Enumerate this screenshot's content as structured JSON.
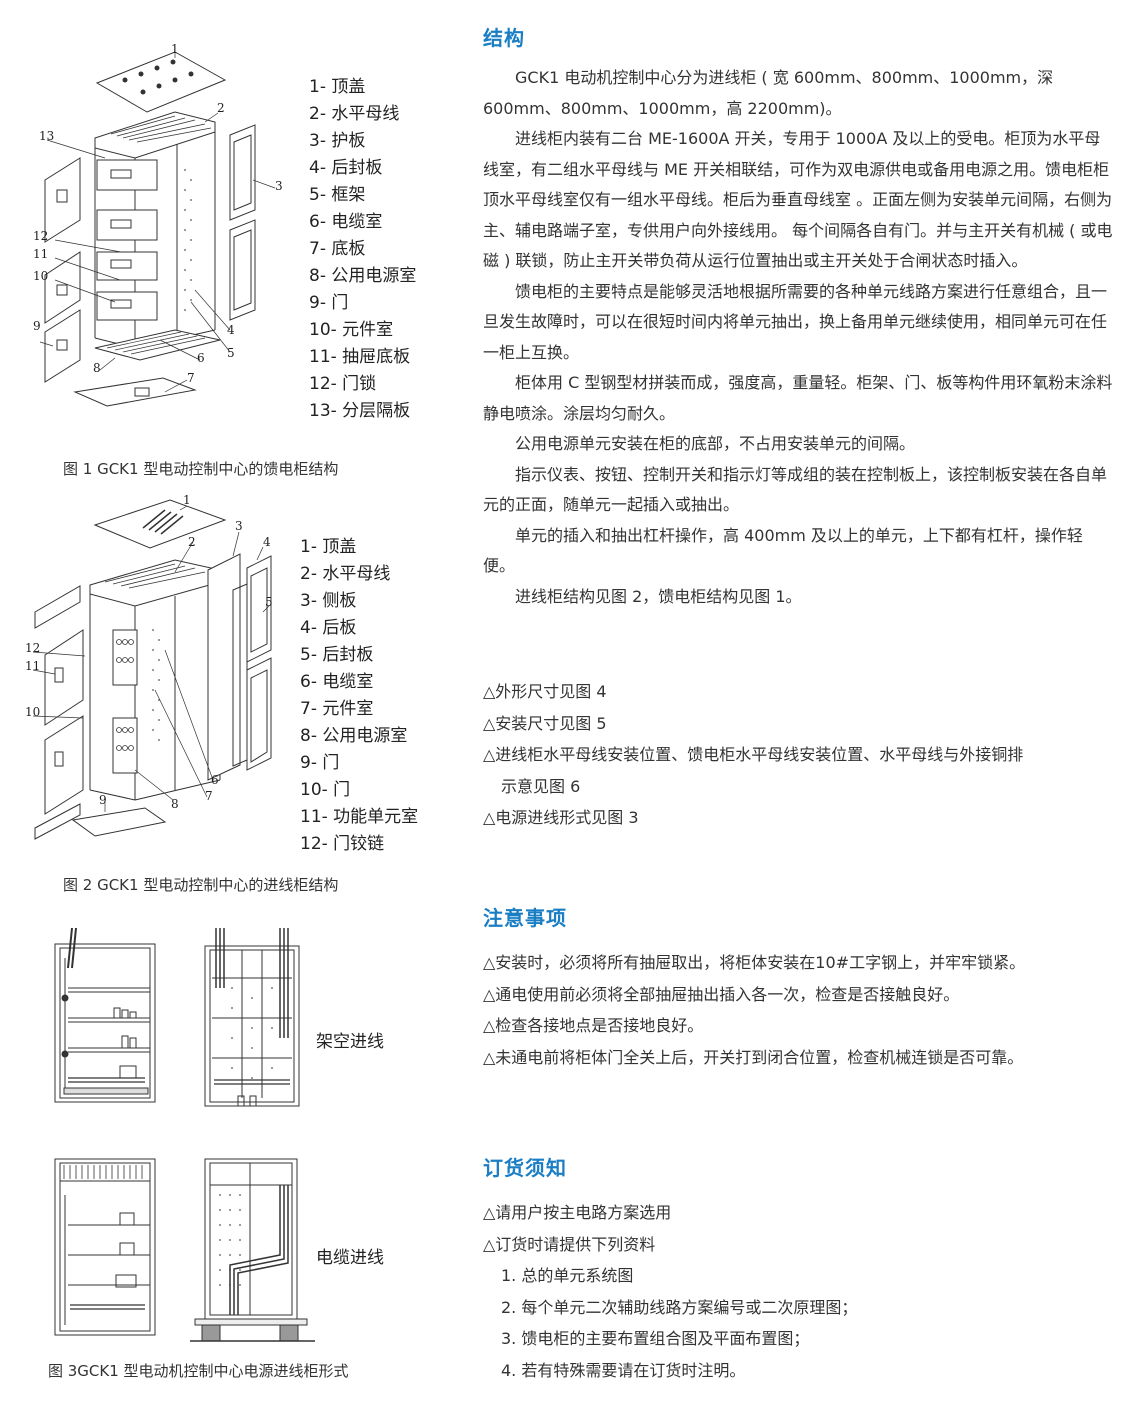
{
  "figures": {
    "fig1": {
      "caption": "图 1 GCK1 型电动控制中心的馈电柜结构",
      "legend": [
        "1- 顶盖",
        "2- 水平母线",
        "3- 护板",
        "4- 后封板",
        "5- 框架",
        "6- 电缆室",
        "7- 底板",
        "8- 公用电源室",
        "9- 门",
        "10- 元件室",
        "11- 抽屉底板",
        "12- 门锁",
        "13- 分层隔板"
      ],
      "callouts": [
        "1",
        "2",
        "3",
        "4",
        "5",
        "6",
        "7",
        "8",
        "9",
        "10",
        "11",
        "12",
        "13"
      ]
    },
    "fig2": {
      "caption": "图 2 GCK1 型电动控制中心的进线柜结构",
      "legend": [
        "1- 顶盖",
        "2- 水平母线",
        "3- 侧板",
        "4- 后板",
        "5- 后封板",
        "6- 电缆室",
        "7- 元件室",
        "8- 公用电源室",
        "9- 门",
        "10- 门",
        "11- 功能单元室",
        "12- 门铰链"
      ],
      "callouts": [
        "1",
        "2",
        "3",
        "4",
        "5",
        "6",
        "7",
        "8",
        "9",
        "10",
        "11",
        "12"
      ]
    },
    "fig3": {
      "caption": "图 3GCK1 型电动机控制中心电源进线柜形式",
      "label_overhead": "架空进线",
      "label_cable": "电缆进线"
    }
  },
  "structure": {
    "title": "结构",
    "paragraphs": [
      "GCK1 电动机控制中心分为进线柜 ( 宽 600mm、800mm、1000mm，深 600mm、800mm、1000mm，高 2200mm)。",
      "进线柜内装有二台 ME-1600A 开关，专用于 1000A 及以上的受电。柜顶为水平母线室，有二组水平母线与 ME 开关相联结，可作为双电源供电或备用电源之用。馈电柜柜顶水平母线室仅有一组水平母线。柜后为垂直母线室 。正面左侧为安装单元间隔，右侧为主、辅电路端子室，专供用户向外接线用。 每个间隔各自有门。并与主开关有机械 ( 或电磁 ) 联锁，防止主开关带负荷从运行位置抽出或主开关处于合闸状态时插入。",
      "馈电柜的主要特点是能够灵活地根据所需要的各种单元线路方案进行任意组合，且一旦发生故障时，可以在很短时间内将单元抽出，换上备用单元继续使用，相同单元可在任一柜上互换。",
      "柜体用 C 型钢型材拼装而成，强度高，重量轻。柜架、门、板等构件用环氧粉末涂料静电喷涂。涂层均匀耐久。",
      "公用电源单元安装在柜的底部，不占用安装单元的间隔。",
      "指示仪表、按钮、控制开关和指示灯等成组的装在控制板上，该控制板安装在各自单元的正面，随单元一起插入或抽出。",
      "单元的插入和抽出杠杆操作，高 400mm 及以上的单元，上下都有杠杆，操作轻便。",
      "进线柜结构见图 2，馈电柜结构见图 1。"
    ],
    "refs": [
      "△外形尺寸见图 4",
      "△安装尺寸见图 5",
      "△进线柜水平母线安装位置、馈电柜水平母线安装位置、水平母线与外接铜排",
      "示意见图 6",
      "△电源进线形式见图 3"
    ]
  },
  "notes": {
    "title": "注意事项",
    "items": [
      "△安装时，必须将所有抽屉取出，将柜体安装在10#工字钢上，并牢牢锁紧。",
      "△通电使用前必须将全部抽屉抽出插入各一次，检查是否接触良好。",
      "△检查各接地点是否接地良好。",
      "△未通电前将柜体门全关上后，开关打到闭合位置，检查机械连锁是否可靠。"
    ]
  },
  "ordering": {
    "title": "订货须知",
    "items": [
      "△请用户按主电路方案选用",
      "△订货时请提供下列资料"
    ],
    "sub_items": [
      "1. 总的单元系统图",
      "2. 每个单元二次辅助线路方案编号或二次原理图；",
      "3. 馈电柜的主要布置组合图及平面布置图；",
      "4. 若有特殊需要请在订货时注明。"
    ]
  },
  "colors": {
    "accent": "#1a7ec4",
    "text": "#333333",
    "line": "#333333"
  }
}
